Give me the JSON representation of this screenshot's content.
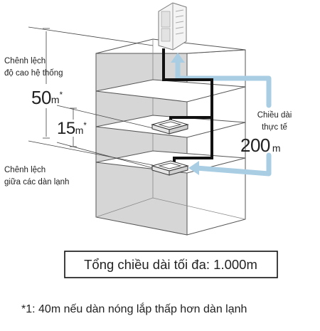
{
  "labels": {
    "height_system_line1": "Chênh lệch",
    "height_system_line2": "độ cao hệ thống",
    "height_system_value": "50",
    "height_system_unit": "m",
    "height_system_mark": "*",
    "height_indoor_value": "15",
    "height_indoor_unit": "m",
    "height_indoor_mark": "*",
    "height_indoor_line1": "Chênh lệch",
    "height_indoor_line2": "giữa các dàn lạnh",
    "actual_length_line1": "Chiều dài",
    "actual_length_line2": "thực tế",
    "actual_length_value": "200",
    "actual_length_unit": "m"
  },
  "total_box": {
    "text": "Tổng chiều dài tối đa: 1.000m"
  },
  "footnote": {
    "text": "*1: 40m nếu dàn nóng lắp thấp hơn dàn lạnh"
  },
  "colors": {
    "arrow": "#a9cde3",
    "pipe": "#111111",
    "wall_shade": "#d6d6d6",
    "outline": "#555555"
  }
}
